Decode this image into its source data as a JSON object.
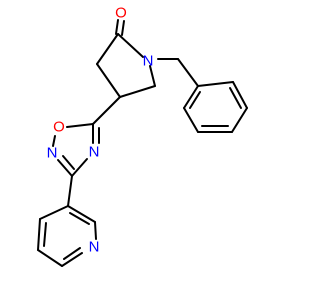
{
  "molecule": {
    "atoms": {
      "carbonyl_oxygen": "O",
      "lactam_nitrogen": "N",
      "ring_oxygen": "O",
      "ring_nitrogen_left": "N",
      "ring_nitrogen_right": "N",
      "pyridine_nitrogen": "N"
    },
    "colors": {
      "bond": "#000000",
      "oxygen": "#ff0000",
      "nitrogen": "#0000ff"
    }
  }
}
